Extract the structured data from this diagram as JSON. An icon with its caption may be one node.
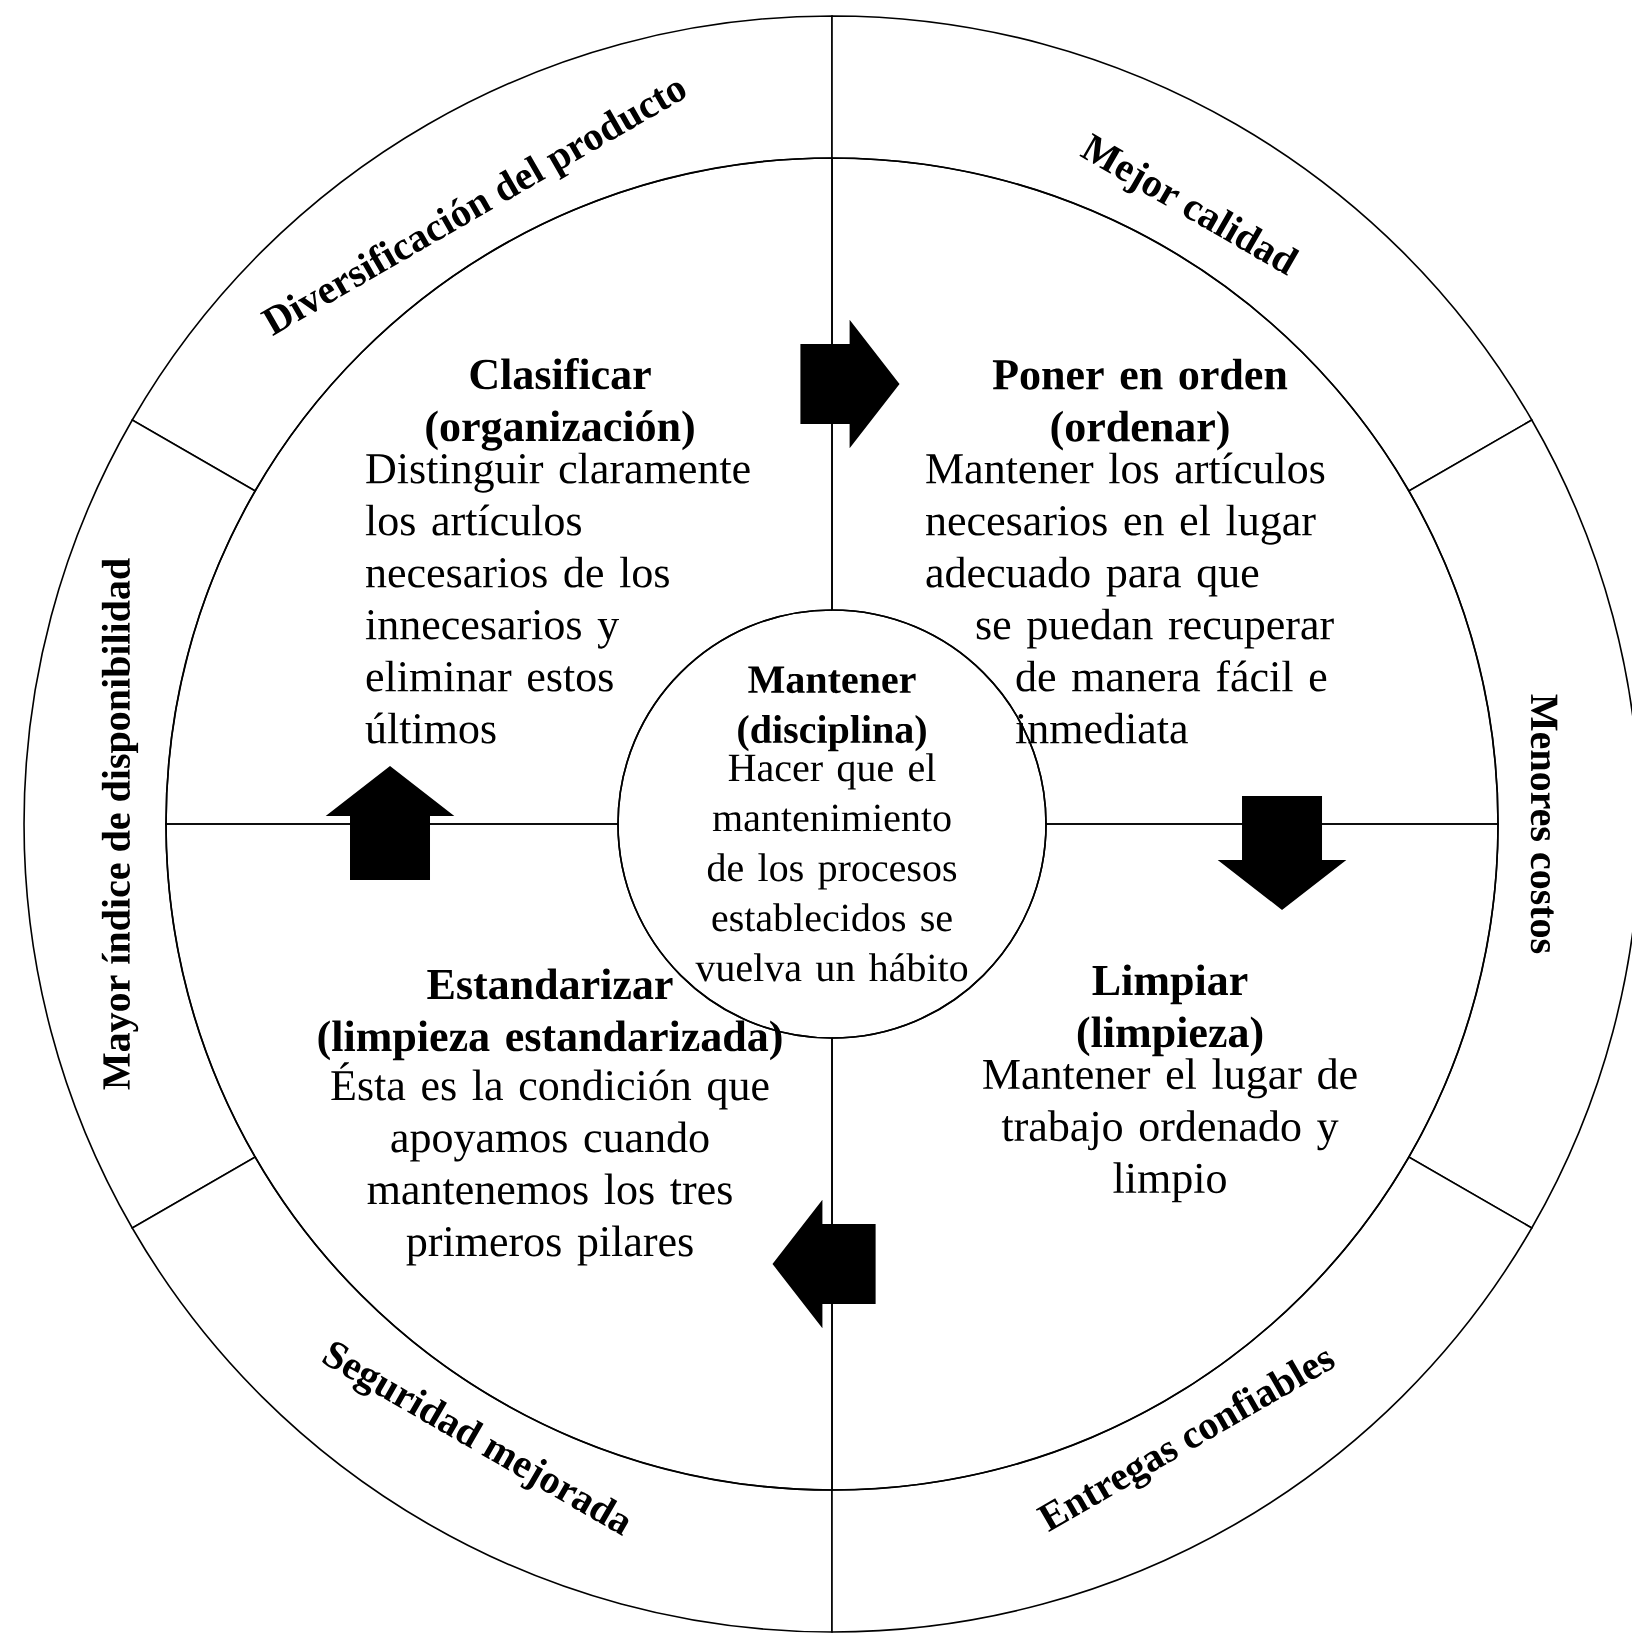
{
  "diagram": {
    "nodes": [
      {
        "text": [
          "Diversificación del producto"
        ]
      },
      {
        "text": [
          "Mejor calidad"
        ]
      },
      {
        "text": [
          "Mayor índice de disponibilidad"
        ]
      },
      {
        "text": [
          "Menores costos"
        ]
      },
      {
        "text": [
          "Seguridad mejorada"
        ]
      },
      {
        "text": [
          "Entregas confiables"
        ]
      },
      {
        "text": [
          "Clasificar (organización)",
          "Distinguir claramente los artículos necesarios de los innecesarios y eliminar estos últimos"
        ]
      },
      {
        "text": [
          "Poner en orden (ordenar)",
          "Mantener los artículos necesarios en el lugar adecuado para que se puedan recuperar de manera fácil e inmediata"
        ]
      },
      {
        "text": [
          "Mantener (disciplina)",
          "Hacer que el mantenimiento de los procesos establecidos se vuelva un hábito"
        ]
      },
      {
        "text": [
          "Estandarizar (limpieza estandarizada)",
          "Ésta es la condición que apoyamos cuando mantenemos los tres primeros pilares"
        ]
      },
      {
        "text": [
          "Limpiar (limpieza)",
          "Mantener el lugar de trabajo ordenado y limpio"
        ]
      }
    ],
    "edges": [
      {
        "from": 6,
        "to": 7,
        "arrow": "to"
      },
      {
        "from": 7,
        "to": 10,
        "arrow": "to"
      },
      {
        "from": 10,
        "to": 9,
        "arrow": "to"
      },
      {
        "from": 9,
        "to": 6,
        "arrow": "to"
      }
    ]
  }
}
